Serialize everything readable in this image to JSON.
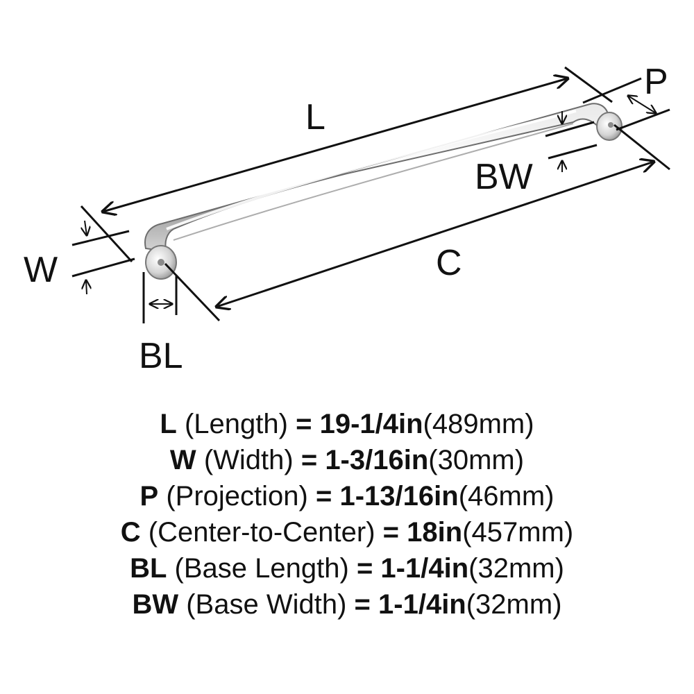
{
  "diagram": {
    "labels": {
      "L": "L",
      "W": "W",
      "P": "P",
      "BW": "BW",
      "C": "C",
      "BL": "BL"
    }
  },
  "specs": [
    {
      "code": "L",
      "name": "(Length)",
      "eq": "=",
      "imperial": "19-1/4in",
      "metric": "(489mm)"
    },
    {
      "code": "W",
      "name": "(Width)",
      "eq": "=",
      "imperial": "1-3/16in",
      "metric": "(30mm)"
    },
    {
      "code": "P",
      "name": "(Projection)",
      "eq": "=",
      "imperial": "1-13/16in",
      "metric": "(46mm)"
    },
    {
      "code": "C",
      "name": "(Center-to-Center)",
      "eq": "=",
      "imperial": "18in",
      "metric": "(457mm)"
    },
    {
      "code": "BL",
      "name": "(Base Length)",
      "eq": "=",
      "imperial": "1-1/4in",
      "metric": "(32mm)"
    },
    {
      "code": "BW",
      "name": "(Base Width)",
      "eq": "=",
      "imperial": "1-1/4in",
      "metric": "(32mm)"
    }
  ]
}
